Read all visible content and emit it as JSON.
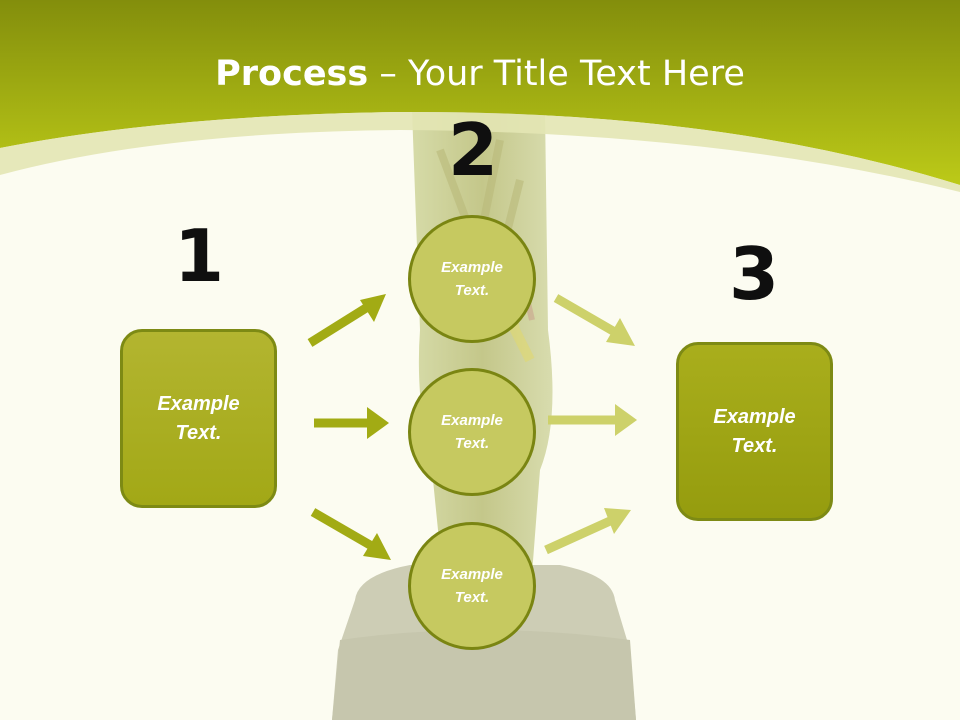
{
  "slide": {
    "title_bold": "Process",
    "title_rest": " – Your Title Text Here"
  },
  "steps": {
    "step1_number": "1",
    "step2_number": "2",
    "step3_number": "3"
  },
  "left_box": {
    "line1": "Example",
    "line2": "Text."
  },
  "right_box": {
    "line1": "Example",
    "line2": "Text."
  },
  "circles": [
    {
      "line1": "Example",
      "line2": "Text."
    },
    {
      "line1": "Example",
      "line2": "Text."
    },
    {
      "line1": "Example",
      "line2": "Text."
    }
  ],
  "colors": {
    "header_green": "#a8b40c",
    "box_olive": "#a2a816",
    "circle_fill": "#c6c960",
    "arrow_left": "#a2ab14",
    "arrow_right": "#cdd16a",
    "background": "#fcfcf1"
  }
}
